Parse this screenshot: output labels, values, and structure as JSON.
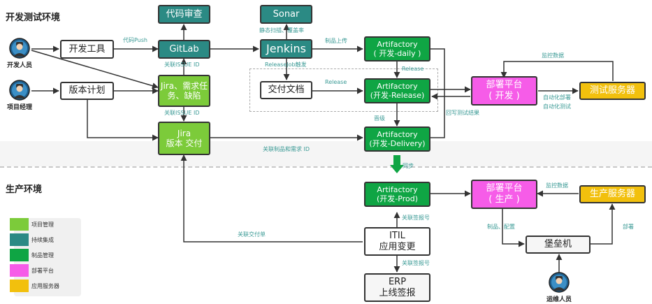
{
  "sections": {
    "dev_test": "开发测试环境",
    "production": "生产环境"
  },
  "people": {
    "developer": "开发人员",
    "project_manager": "项目经理",
    "ops": "运维人员"
  },
  "nodes": {
    "dev_tools": "开发工具",
    "version_plan": "版本计划",
    "code_review": "代码审查",
    "gitlab": "GitLab",
    "jira_tasks_l1": "Jira、需求任",
    "jira_tasks_l2": "务、缺陷",
    "jira_release_l1": "Jira",
    "jira_release_l2": "版本 交付",
    "sonar": "Sonar",
    "jenkins": "Jenkins",
    "delivery_doc": "交付文档",
    "art_daily_l1": "Artifactory",
    "art_daily_l2": "( 开发-daily )",
    "art_release_l1": "Artifactory",
    "art_release_l2": "(开发-Release)",
    "art_delivery_l1": "Artifactory",
    "art_delivery_l2": "(开发-Delivery)",
    "deploy_dev_l1": "部署平台",
    "deploy_dev_l2": "( 开发 )",
    "test_server": "测试服务器",
    "art_prod_l1": "Artifactory",
    "art_prod_l2": "(开发-Prod)",
    "deploy_prod_l1": "部署平台",
    "deploy_prod_l2": "( 生产 )",
    "prod_server": "生产服务器",
    "itil_l1": "ITIL",
    "itil_l2": "应用变更",
    "erp_l1": "ERP",
    "erp_l2": "上线签报",
    "bastion": "堡垒机"
  },
  "edge_labels": {
    "code_push": "代码Push",
    "issue_id_1": "关联ISSUE ID",
    "issue_id_2": "关联ISSUE ID",
    "static_scan": "静态扫描、覆盖率",
    "artifact_upload": "制品上传",
    "release_job": "ReleaseJob触发",
    "release_1": "Release",
    "release_2": "Release",
    "promote": "晋级",
    "monitor_dev": "监控数据",
    "auto_deploy": "自动化部署",
    "auto_test": "自动化测试",
    "write_back": "回写测试结果",
    "link_artifact_req": "关联制品和需求 ID",
    "sync": "同步",
    "link_delivery": "关联交付单",
    "sign_no_1": "关联签报号",
    "sign_no_2": "关联签报号",
    "monitor_prod": "监控数据",
    "artifact_config": "制品、配置",
    "deploy": "部署"
  },
  "legend": [
    {
      "label": "项目管理",
      "color": "#7ccb3a"
    },
    {
      "label": "持续集成",
      "color": "#2b8a84"
    },
    {
      "label": "制品管理",
      "color": "#0fa544"
    },
    {
      "label": "部署平台",
      "color": "#f65ce8"
    },
    {
      "label": "应用服务器",
      "color": "#f2c00d"
    }
  ]
}
